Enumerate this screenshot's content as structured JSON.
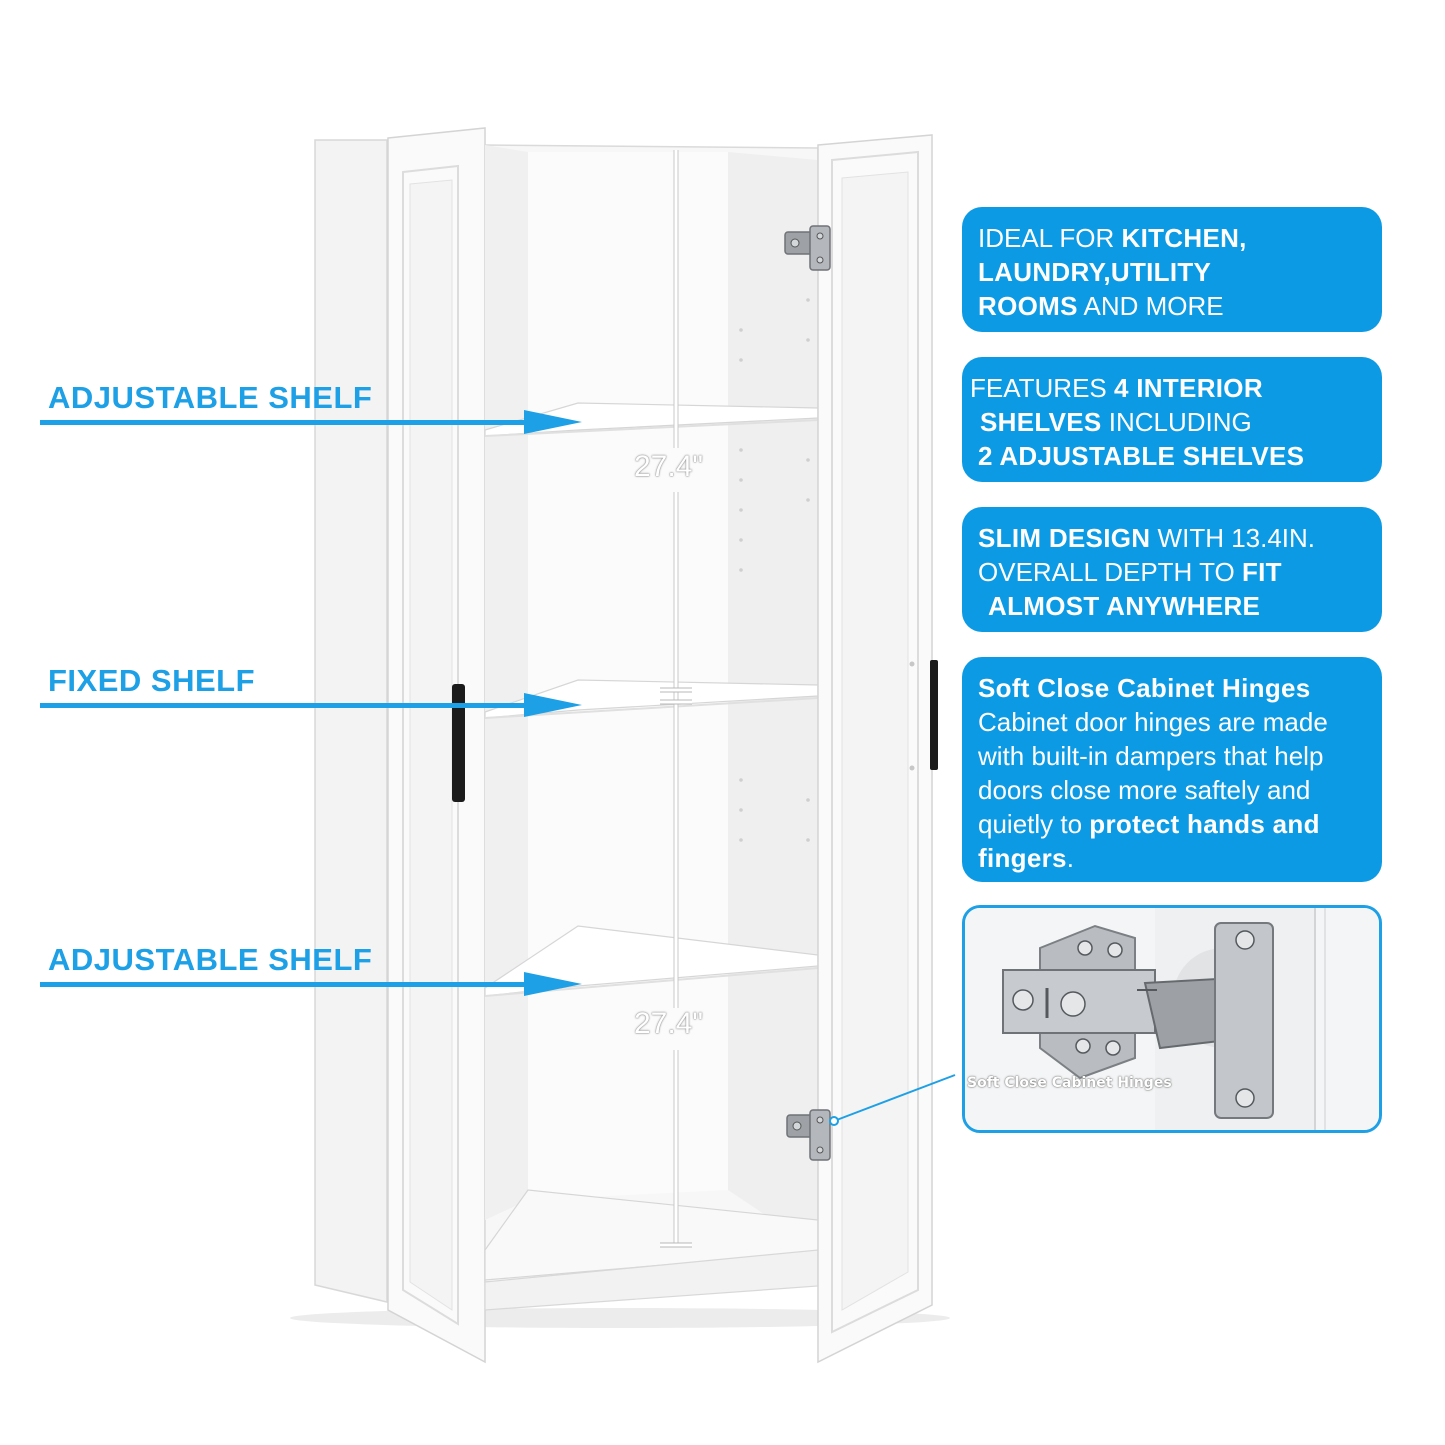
{
  "labels": {
    "adjustable_shelf_top": "ADJUSTABLE SHELF",
    "fixed_shelf": "FIXED SHELF",
    "adjustable_shelf_bottom": "ADJUSTABLE SHELF"
  },
  "dimensions": {
    "upper": "27.4\"",
    "lower": "27.4\""
  },
  "boxes": {
    "rooms": {
      "l1a": "IDEAL FOR ",
      "l1b": "KITCHEN,",
      "l2": "LAUNDRY,UTILITY",
      "l3a": "ROOMS",
      "l3b": " AND MORE"
    },
    "shelves": {
      "l1a": "FEATURES ",
      "l1b": "4 INTERIOR",
      "l2a": "SHELVES",
      "l2b": " INCLUDING",
      "l3": "2 ADJUSTABLE SHELVES"
    },
    "slim": {
      "l1a": "SLIM DESIGN",
      "l1b": " WITH 13.4IN.",
      "l2a": "OVERALL DEPTH TO ",
      "l2b": "FIT",
      "l3": "ALMOST ANYWHERE"
    },
    "hinges": {
      "title": "Soft Close Cabinet Hinges",
      "l1": "Cabinet door hinges are made",
      "l2": "with built-in dampers that help",
      "l3": "doors close more saftely and",
      "l4a": "quietly to ",
      "l4b": "protect hands and",
      "l5a": "fingers",
      "l5b": "."
    }
  },
  "inset_caption": "Soft Close Cabinet Hinges",
  "colors": {
    "accent_blue": "#0d9ae5",
    "label_blue": "#1da0e6",
    "cabinet_white": "#f6f6f6"
  }
}
